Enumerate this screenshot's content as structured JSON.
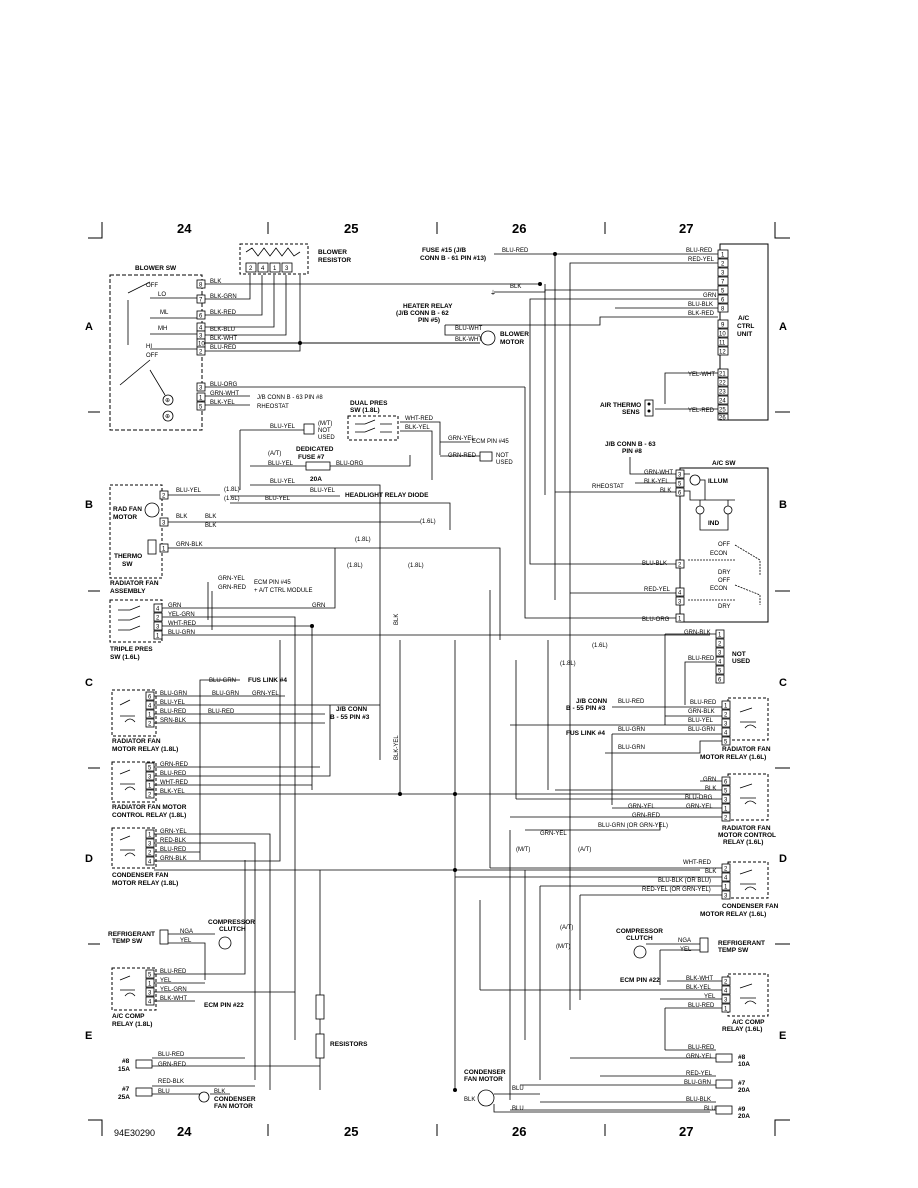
{
  "figure_id": "94E30290",
  "grid": {
    "top": [
      "24",
      "25",
      "26",
      "27"
    ],
    "bottom": [
      "24",
      "25",
      "26",
      "27"
    ],
    "rows": [
      "A",
      "B",
      "C",
      "D",
      "E"
    ]
  },
  "components": {
    "blower_sw": "BLOWER SW",
    "blower_resistor": [
      "BLOWER",
      "RESISTOR"
    ],
    "fuse15": [
      "FUSE #15 (J/B",
      "CONN B - 61 PIN #13)"
    ],
    "heater_relay": [
      "HEATER RELAY",
      "(J/B CONN B - 62",
      "PIN #5)"
    ],
    "blower_motor": [
      "BLOWER",
      "MOTOR"
    ],
    "ac_ctrl_unit": [
      "A/C",
      "CTRL",
      "UNIT"
    ],
    "air_thermo": [
      "AIR THERMO",
      "SENS"
    ],
    "dual_pres": [
      "DUAL PRES",
      "SW (1.8L)"
    ],
    "mt_not_used": [
      "(M/T)",
      "NOT",
      "USED"
    ],
    "dedicated_fuse": [
      "DEDICATED",
      "FUSE #7",
      "20A"
    ],
    "jb63_pin8": "J/B CONN B - 63 PIN #8",
    "rheostat": "RHEOSTAT",
    "ecm45": "ECM PIN #45",
    "not_used": [
      "NOT",
      "USED"
    ],
    "jb63_pin8_r": [
      "J/B CONN B - 63",
      "PIN #8"
    ],
    "ac_sw": "A/C SW",
    "illum": "ILLUM",
    "ind": "IND",
    "off": "OFF",
    "econ": "ECON",
    "dry": "DRY",
    "rheostat_r": "RHEOSTAT",
    "rad_fan_motor": [
      "RAD FAN",
      "MOTOR"
    ],
    "thermo_sw": [
      "THERMO",
      "SW"
    ],
    "radiator_fan_assembly": [
      "RADIATOR FAN",
      "ASSEMBLY"
    ],
    "headlight_relay_diode": "HEADLIGHT RELAY DIODE",
    "ecm45_module": [
      "ECM PIN #45",
      "+ A/T CTRL MODULE"
    ],
    "triple_pres": [
      "TRIPLE PRES",
      "SW (1.6L)"
    ],
    "fus_link4": "FUS LINK #4",
    "jb55_pin3": [
      "J/B CONN",
      "B - 55 PIN #3"
    ],
    "rad_fan_relay_18": [
      "RADIATOR FAN",
      "MOTOR RELAY (1.8L)"
    ],
    "rad_fan_ctrl_relay_18": [
      "RADIATOR FAN MOTOR",
      "CONTROL RELAY (1.8L)"
    ],
    "cond_fan_relay_18": [
      "CONDENSER FAN",
      "MOTOR RELAY (1.8L)"
    ],
    "refrig_temp_sw": [
      "REFRIGERANT",
      "TEMP SW"
    ],
    "compressor_clutch": [
      "COMPRESSOR",
      "CLUTCH"
    ],
    "ac_comp_relay_18": [
      "A/C COMP",
      "RELAY (1.8L)"
    ],
    "ecm22": "ECM PIN #22",
    "resistors": "RESISTORS",
    "fuse8": [
      "#8",
      "15A"
    ],
    "fuse7": [
      "#7",
      "25A"
    ],
    "condenser_fan_motor": [
      "CONDENSER",
      "FAN MOTOR"
    ],
    "jb55_pin3_r": [
      "J/B CONN",
      "B - 55 PIN #3"
    ],
    "fus_link4_r": "FUS LINK #4",
    "rad_fan_relay_16": [
      "RADIATOR FAN",
      "MOTOR RELAY (1.6L)"
    ],
    "rad_fan_ctrl_relay_16": [
      "RADIATOR FAN",
      "MOTOR CONTROL",
      "RELAY (1.6L)"
    ],
    "cond_fan_relay_16": [
      "CONDENSER FAN",
      "MOTOR RELAY (1.6L)"
    ],
    "compressor_clutch_r": [
      "COMPRESSOR",
      "CLUTCH"
    ],
    "refrig_temp_sw_r": [
      "REFRIGERANT",
      "TEMP SW"
    ],
    "ecm22_r": "ECM PIN #22",
    "ac_comp_relay_16": [
      "A/C COMP",
      "RELAY (1.6L)"
    ],
    "fuse8_r": [
      "#8",
      "10A"
    ],
    "fuse7_r": [
      "#7",
      "20A"
    ],
    "fuse9_r": [
      "#9",
      "20A"
    ],
    "cond_fan_motor_c": [
      "CONDENSER",
      "FAN MOTOR"
    ]
  },
  "blower_switch": {
    "positions": [
      "OFF",
      "LO",
      "ML",
      "MH",
      "HI",
      "OFF"
    ],
    "pins": [
      "8",
      "7",
      "6",
      "4",
      "3",
      "10",
      "2",
      "3",
      "1",
      "5"
    ],
    "wires": [
      "BLK",
      "BLK-GRN",
      "BLK-RED",
      "BLK-BLU",
      "BLK-WHT",
      "BLU-RED",
      "BLU-ORG",
      "GRN-WHT",
      "BLK-YEL"
    ]
  },
  "resistor_pins": [
    "2",
    "4",
    "1",
    "3"
  ],
  "ac_ctrl_pins": [
    "1",
    "2",
    "3",
    "7",
    "5",
    "6",
    "8",
    "9",
    "10",
    "11",
    "12",
    "21",
    "22",
    "23",
    "24",
    "25",
    "26"
  ],
  "ac_ctrl_wires": [
    "BLU-RED",
    "RED-YEL",
    "GRN",
    "BLU-BLK",
    "BLK-RED",
    "YEL-WHT",
    "YEL-RED"
  ],
  "wire_labels": {
    "blu_red": "BLU-RED",
    "blk": "BLK",
    "blu_wht": "BLU-WHT",
    "blk_wht": "BLK-WHT",
    "blu_yel": "BLU-YEL",
    "whtred": "WHT-RED",
    "blkyel": "BLK-YEL",
    "grn_yel": "GRN-YEL",
    "grn_red": "GRN-RED",
    "at": "(A/T)",
    "mt": "(M/T)",
    "blu_org": "BLU-ORG",
    "l18": "(1.8L)",
    "l16": "(1.6L)",
    "grn_wht": "GRN-WHT",
    "grn_blk": "GRN-BLK",
    "grn": "GRN",
    "yel_grn": "YEL-GRN",
    "blu_grn": "BLU-GRN",
    "srn_blk": "SRN-BLK",
    "blk_yel_v": "BLK-YEL",
    "red_blk": "RED-BLK",
    "yel": "YEL",
    "nga": "NGA",
    "blu": "BLU",
    "red_yel": "RED-YEL",
    "blu_blk_or": "BLU-BLK (OR BLU)",
    "red_yel_or": "RED-YEL (OR GRN-YEL)",
    "blu_grn_or": "BLU-GRN (OR GRN-YEL)",
    "blu_blk": "BLU-BLK",
    "blk_grn": "BLK-GRN",
    "blk_red": "BLK-RED",
    "blk_blu": "BLK-BLU",
    "blk_wht2": "BLK-WHT",
    "blu_red2": "BLU-RED"
  }
}
